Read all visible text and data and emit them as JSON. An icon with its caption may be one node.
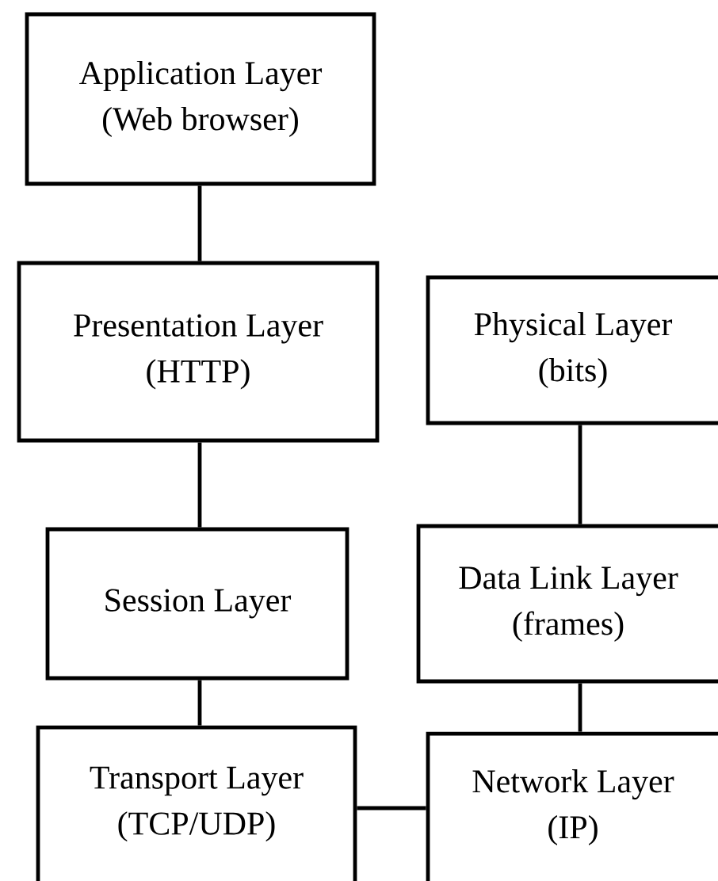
{
  "diagram": {
    "nodes": [
      {
        "text": [
          "Application Layer",
          "(Web browser)"
        ]
      },
      {
        "text": [
          "Presentation Layer",
          "(HTTP)"
        ]
      },
      {
        "text": [
          "Physical Layer",
          "(bits)"
        ]
      },
      {
        "text": [
          "Session Layer"
        ]
      },
      {
        "text": [
          "Data Link Layer",
          "(frames)"
        ]
      },
      {
        "text": [
          "Transport Layer",
          "(TCP/UDP)"
        ]
      },
      {
        "text": [
          "Network Layer",
          "(IP)"
        ]
      }
    ],
    "edges": [
      {
        "from": 0,
        "to": 1,
        "arrow": "none"
      },
      {
        "from": 1,
        "to": 3,
        "arrow": "none"
      },
      {
        "from": 3,
        "to": 5,
        "arrow": "none"
      },
      {
        "from": 5,
        "to": 6,
        "arrow": "none"
      },
      {
        "from": 6,
        "to": 4,
        "arrow": "none"
      },
      {
        "from": 4,
        "to": 2,
        "arrow": "none"
      }
    ]
  }
}
